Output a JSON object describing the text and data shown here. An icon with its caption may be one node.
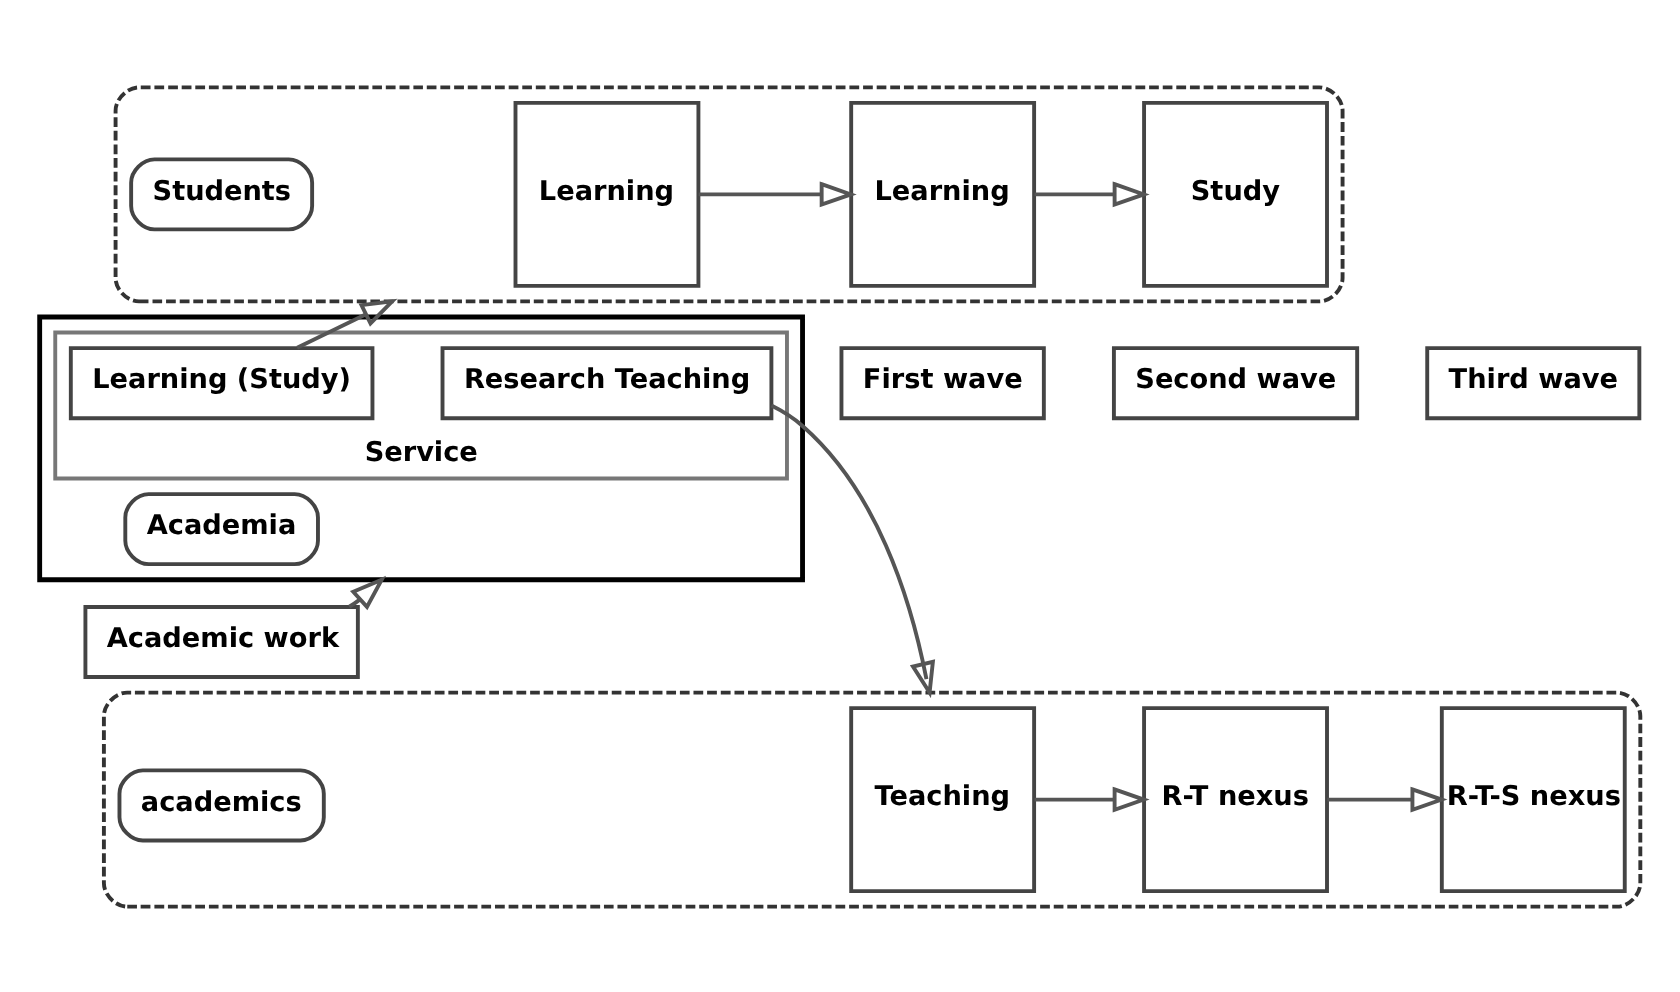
{
  "diagram": {
    "nodes": [
      {
        "text": [
          "Academic work"
        ]
      },
      {
        "text": [],
        "shape": "box"
      },
      {
        "text": [
          "Service"
        ],
        "in": 1
      },
      {
        "text": [
          "Research Teaching"
        ],
        "in": 2
      },
      {
        "text": [
          "Learning (Study)"
        ],
        "in": 2
      },
      {
        "text": [
          "Academia"
        ],
        "in": 1
      },
      {
        "text": [
          "First wave"
        ]
      },
      {
        "text": [
          "Second wave"
        ]
      },
      {
        "text": [
          "Third wave"
        ]
      },
      {
        "text": [],
        "shape": "box"
      },
      {
        "text": [
          "Teaching"
        ],
        "in": 9
      },
      {
        "text": [
          "R-T nexus"
        ],
        "in": 9
      },
      {
        "text": [
          "R-T-S nexus"
        ],
        "in": 9
      },
      {
        "text": [
          "academics"
        ],
        "in": 9
      },
      {
        "text": [],
        "shape": "box"
      },
      {
        "text": [
          "Learning"
        ],
        "in": 14
      },
      {
        "text": [
          "Learning"
        ],
        "in": 14
      },
      {
        "text": [
          "Study"
        ],
        "in": 14
      },
      {
        "text": [
          "Students"
        ],
        "in": 14
      }
    ],
    "edges": [
      {
        "from": 0,
        "to": 1,
        "arrow": "to"
      },
      {
        "from": 3,
        "to": 9,
        "arrow": "to"
      },
      {
        "from": 4,
        "to": 14,
        "arrow": "to"
      },
      {
        "from": 10,
        "to": 11,
        "arrow": "to"
      },
      {
        "from": 11,
        "to": 12,
        "arrow": "to"
      },
      {
        "from": 15,
        "to": 16,
        "arrow": "to"
      },
      {
        "from": 16,
        "to": 17,
        "arrow": "to"
      }
    ]
  }
}
